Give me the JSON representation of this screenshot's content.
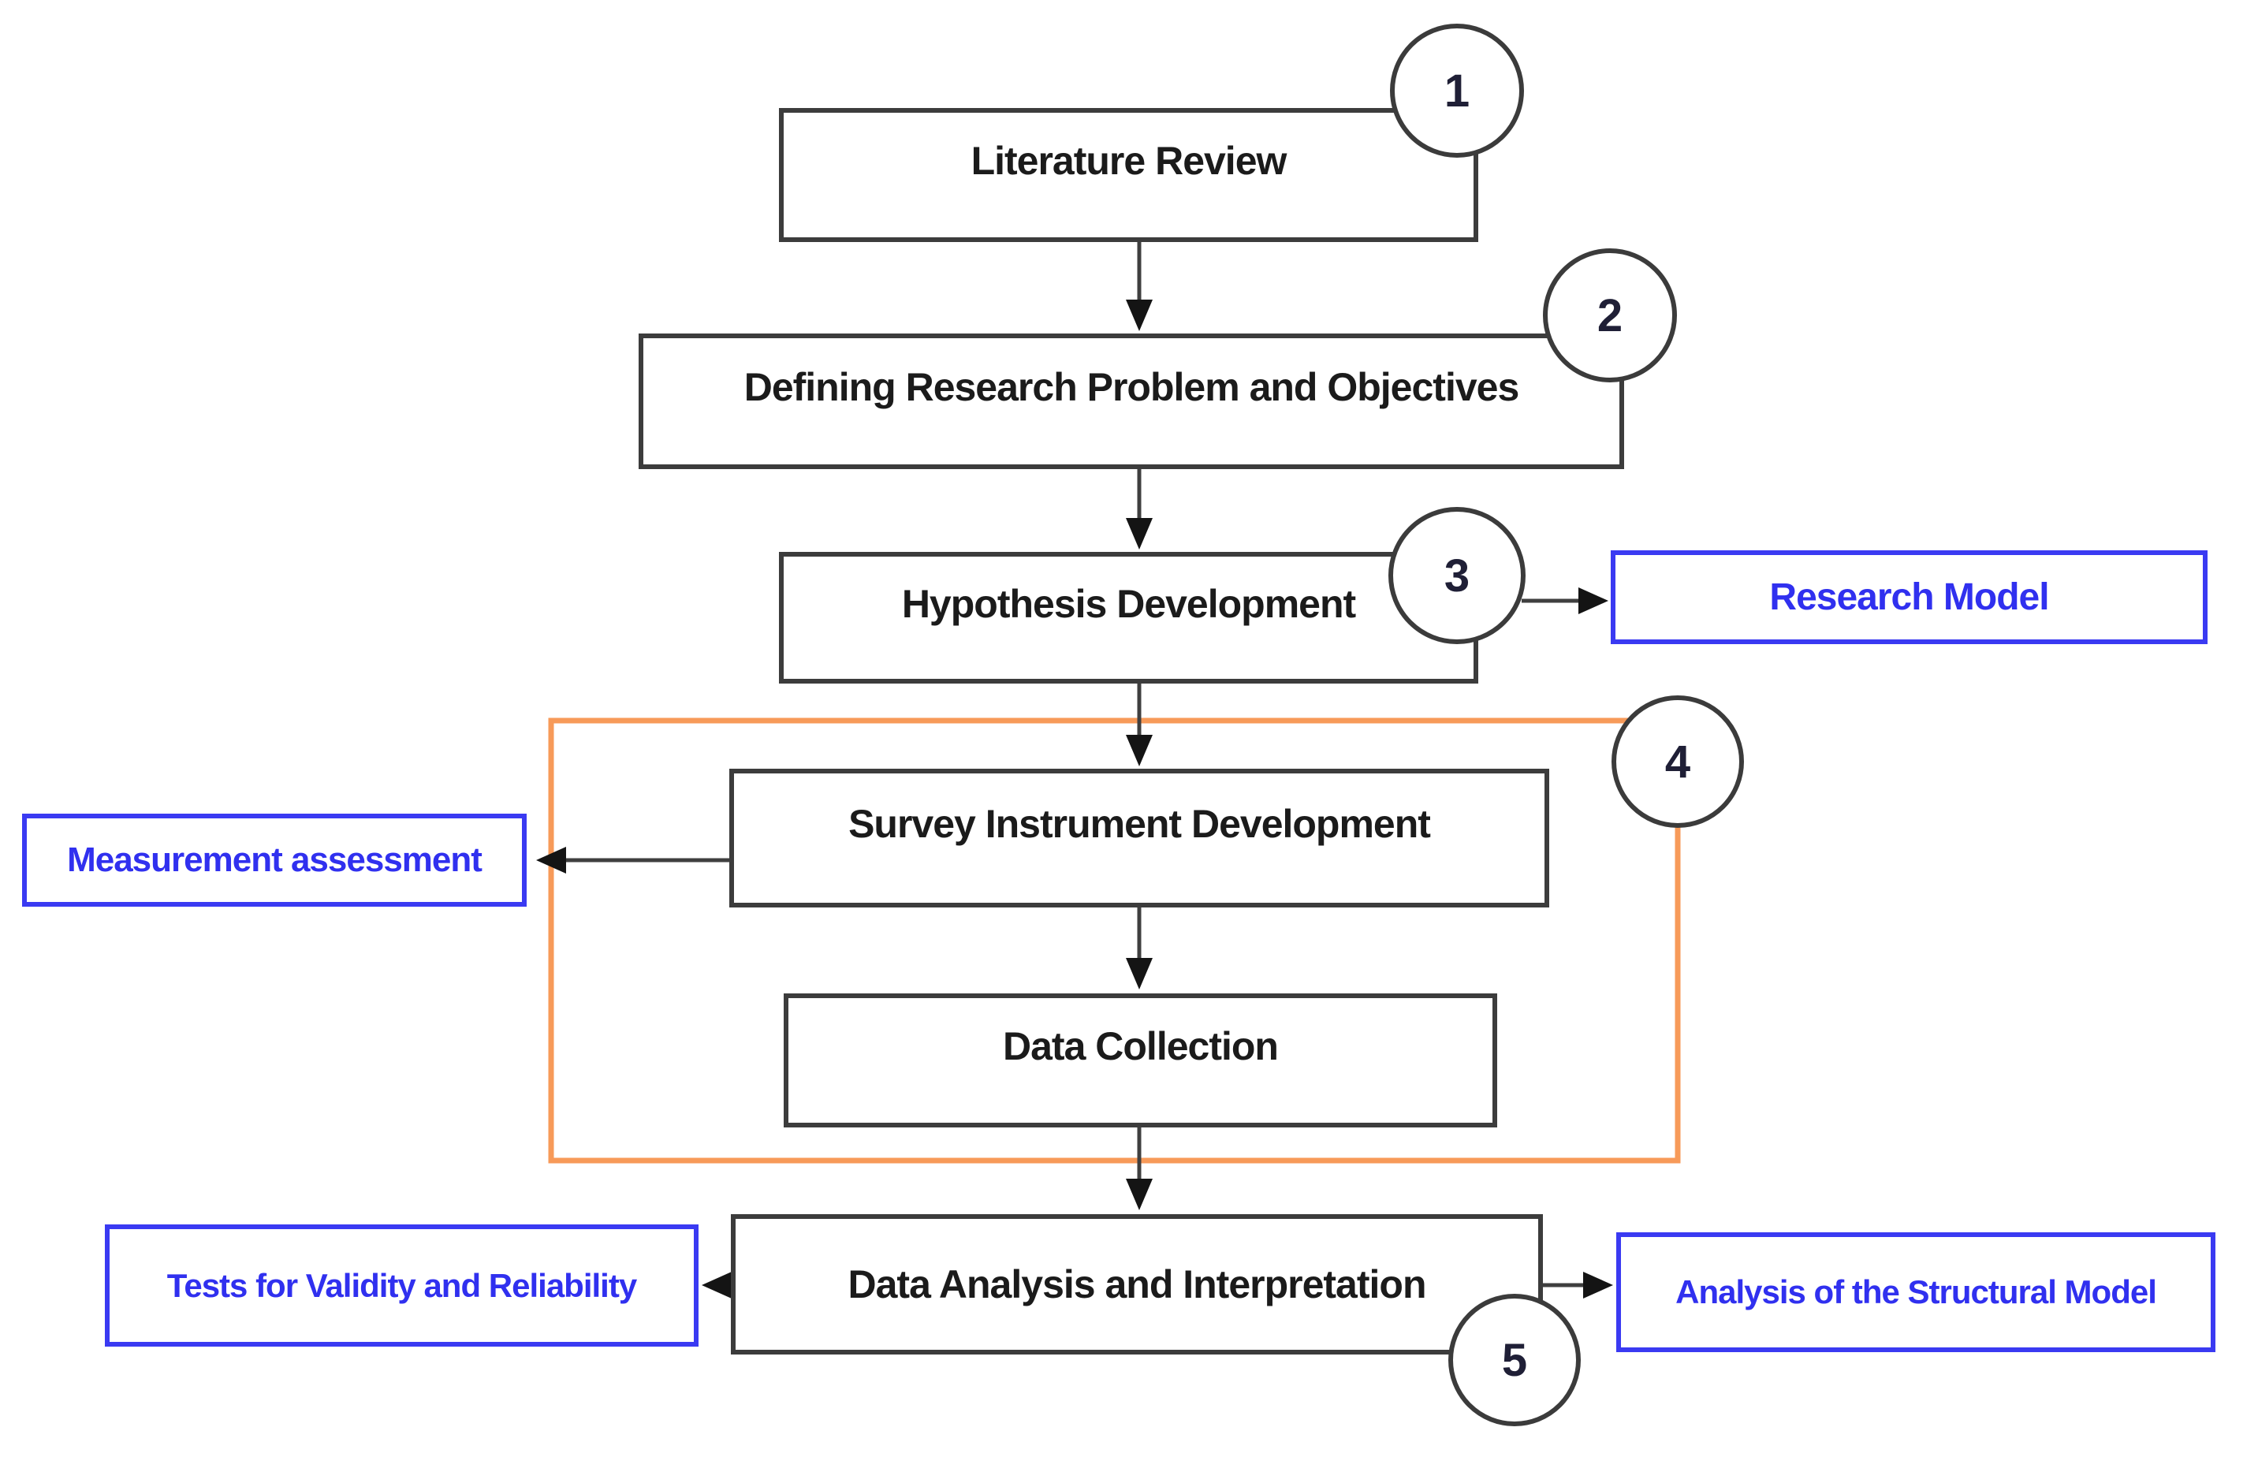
{
  "diagram": {
    "type": "flowchart",
    "background": "#ffffff"
  },
  "colors": {
    "process_box_border": "#3c3c3c",
    "process_text": "#1b1b1b",
    "output_box_border": "#3a3af2",
    "output_text": "#3030ef",
    "phase_group_border": "#f79a59",
    "arrow_line": "#3f3f3f",
    "arrow_head": "#141414",
    "step_circle_border": "#3b3b3b",
    "step_circle_text": "#1f1f36"
  },
  "nodes": {
    "literature_review": "Literature Review",
    "defining_problem": "Defining Research Problem and Objectives",
    "hypothesis_development": "Hypothesis Development",
    "survey_instrument": "Survey Instrument Development",
    "data_collection": "Data Collection",
    "data_analysis": "Data Analysis and Interpretation",
    "research_model": "Research Model",
    "measurement_assessment": "Measurement assessment",
    "validity_reliability": "Tests for Validity and Reliability",
    "structural_model": "Analysis of the Structural Model"
  },
  "markers": {
    "step1": "1",
    "step2": "2",
    "step3": "3",
    "step4": "4",
    "step5": "5"
  }
}
